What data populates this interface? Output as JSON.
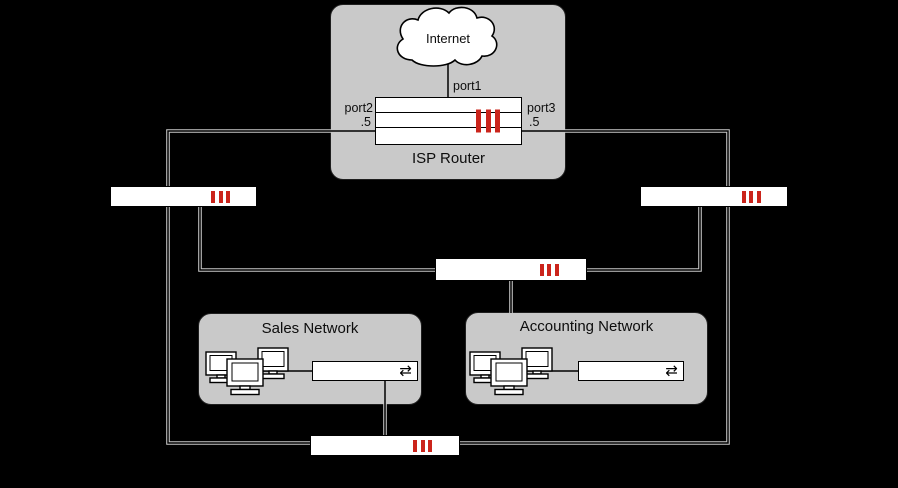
{
  "colors": {
    "background": "#000000",
    "canvas_box_fill": "#c9c9c9",
    "device_fill": "#ffffff",
    "line_core": "#000000",
    "line_halo": "#c9c9c9",
    "bars_red": "#cb241b"
  },
  "isp_section": {
    "internet_label": "Internet",
    "router_label": "ISP Router",
    "ports": {
      "port1": "port1",
      "port2": "port2",
      "port3": "port3",
      "port2_address": ".5",
      "port3_address": ".5"
    }
  },
  "networks": {
    "sales": {
      "title": "Sales Network"
    },
    "accounting": {
      "title": "Accounting Network"
    }
  },
  "icons": {
    "switch_arrows_glyph": "⇄",
    "device_bars": "triple-red-bars",
    "internet_cloud": "cloud"
  }
}
